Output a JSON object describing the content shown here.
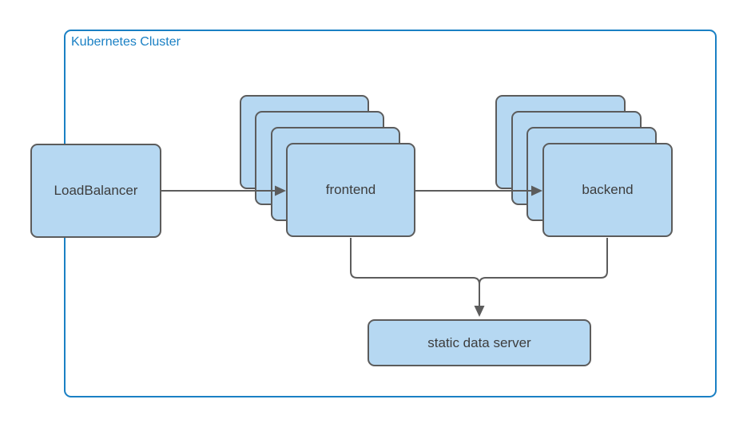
{
  "diagram": {
    "cluster": {
      "label": "Kubernetes Cluster"
    },
    "nodes": {
      "load_balancer": {
        "label": "LoadBalancer"
      },
      "frontend": {
        "label": "frontend",
        "replicas": 4
      },
      "backend": {
        "label": "backend",
        "replicas": 4
      },
      "static_data_server": {
        "label": "static data server"
      }
    },
    "edges": [
      {
        "from": "load_balancer",
        "to": "frontend"
      },
      {
        "from": "frontend",
        "to": "backend"
      },
      {
        "from": "frontend",
        "to": "static_data_server"
      },
      {
        "from": "backend",
        "to": "static_data_server"
      }
    ],
    "colors": {
      "node_fill": "#b6d8f2",
      "node_border": "#5c5c5c",
      "edge_color": "#5c5c5c",
      "label_color": "#3d3d3d",
      "cluster_border": "#1a80c4",
      "cluster_label_color": "#1a80c4",
      "canvas_bg": "#ffffff"
    }
  }
}
